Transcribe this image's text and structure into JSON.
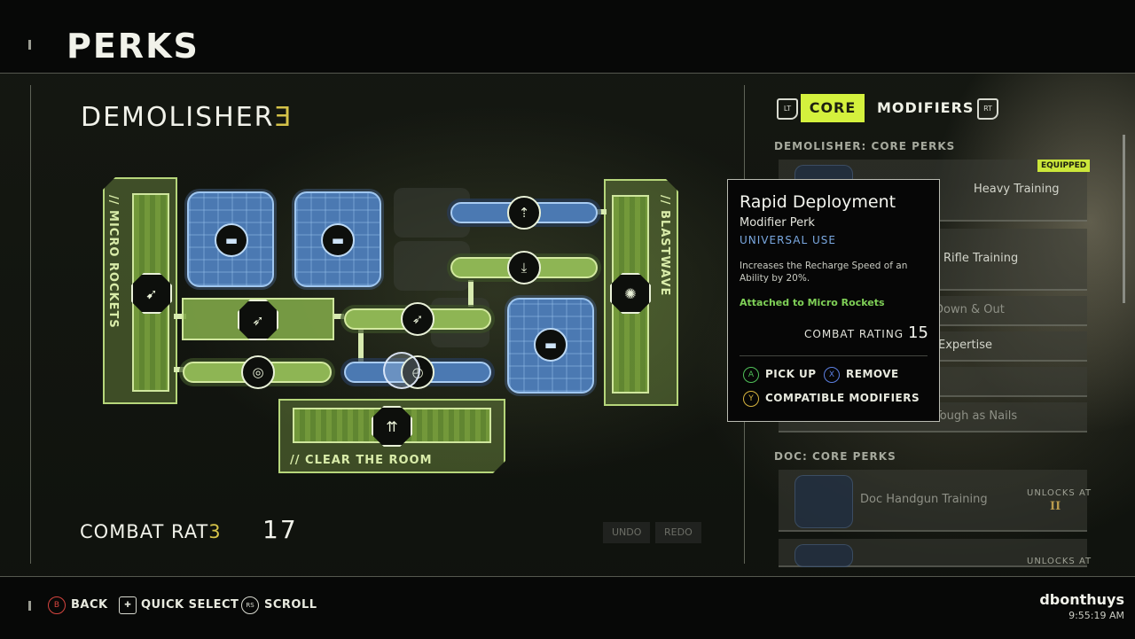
{
  "header": {
    "title": "PERKS"
  },
  "class": {
    "name_main": "DEMOLISHER",
    "name_rank": "Ǝ"
  },
  "board": {
    "left_column_label": "// MICRO ROCKETS",
    "right_column_label": "// BLASTWAVE",
    "bottom_tile_label": "// CLEAR THE ROOM"
  },
  "combat": {
    "label_main": "COMBAT RAT",
    "label_rank": "3",
    "value": "17"
  },
  "actions": {
    "undo": "UNDO",
    "redo": "REDO"
  },
  "tabs": {
    "left_bumper": "LT",
    "core": "CORE",
    "modifiers": "MODIFIERS",
    "right_bumper": "RT"
  },
  "perk_list": {
    "demolisher_header": "DEMOLISHER: CORE PERKS",
    "equipped_badge": "EQUIPPED",
    "demolisher_rows": [
      "Heavy Training",
      "Rifle Training",
      "Down & Out",
      "Expertise",
      "",
      "Tough as Nails"
    ],
    "doc_header": "DOC: CORE PERKS",
    "doc_rows": [
      {
        "name": "Doc Handgun Training",
        "unlock_label": "UNLOCKS AT",
        "unlock_rank": "II"
      },
      {
        "name": "",
        "unlock_label": "UNLOCKS AT",
        "unlock_rank": ""
      }
    ]
  },
  "popup": {
    "title": "Rapid Deployment",
    "subtitle": "Modifier Perk",
    "usage": "UNIVERSAL USE",
    "description": "Increases the Recharge Speed of an Ability by 20%.",
    "attached": "Attached to Micro Rockets",
    "rating_label": "COMBAT RATING",
    "rating_value": "15",
    "buttons": [
      {
        "glyph": "A",
        "label": "PICK UP",
        "color": "#4fbf58"
      },
      {
        "glyph": "X",
        "label": "REMOVE",
        "color": "#5c7fe0"
      },
      {
        "glyph": "Y",
        "label": "COMPATIBLE MODIFIERS",
        "color": "#d6b33e"
      }
    ]
  },
  "footer": {
    "hints": [
      {
        "glyph": "B",
        "label": "BACK",
        "color": "#d6453f"
      },
      {
        "glyph": "✚",
        "label": "QUICK SELECT",
        "color": "#d8dad0"
      },
      {
        "glyph": "RS",
        "label": "SCROLL",
        "color": "#d8dad0"
      }
    ],
    "username": "dbonthuys",
    "clock": "9:55:19 AM"
  },
  "icons": {
    "weapon": "rifle-icon",
    "rockets": "rocket-icon",
    "blast": "blastwave-icon",
    "arrows": "triple-arrow-icon"
  },
  "colors": {
    "accent": "#d4f13d",
    "rank_gold": "#d5c349",
    "blue_tile": "#4b79b2",
    "green_tile": "#8eb554"
  }
}
